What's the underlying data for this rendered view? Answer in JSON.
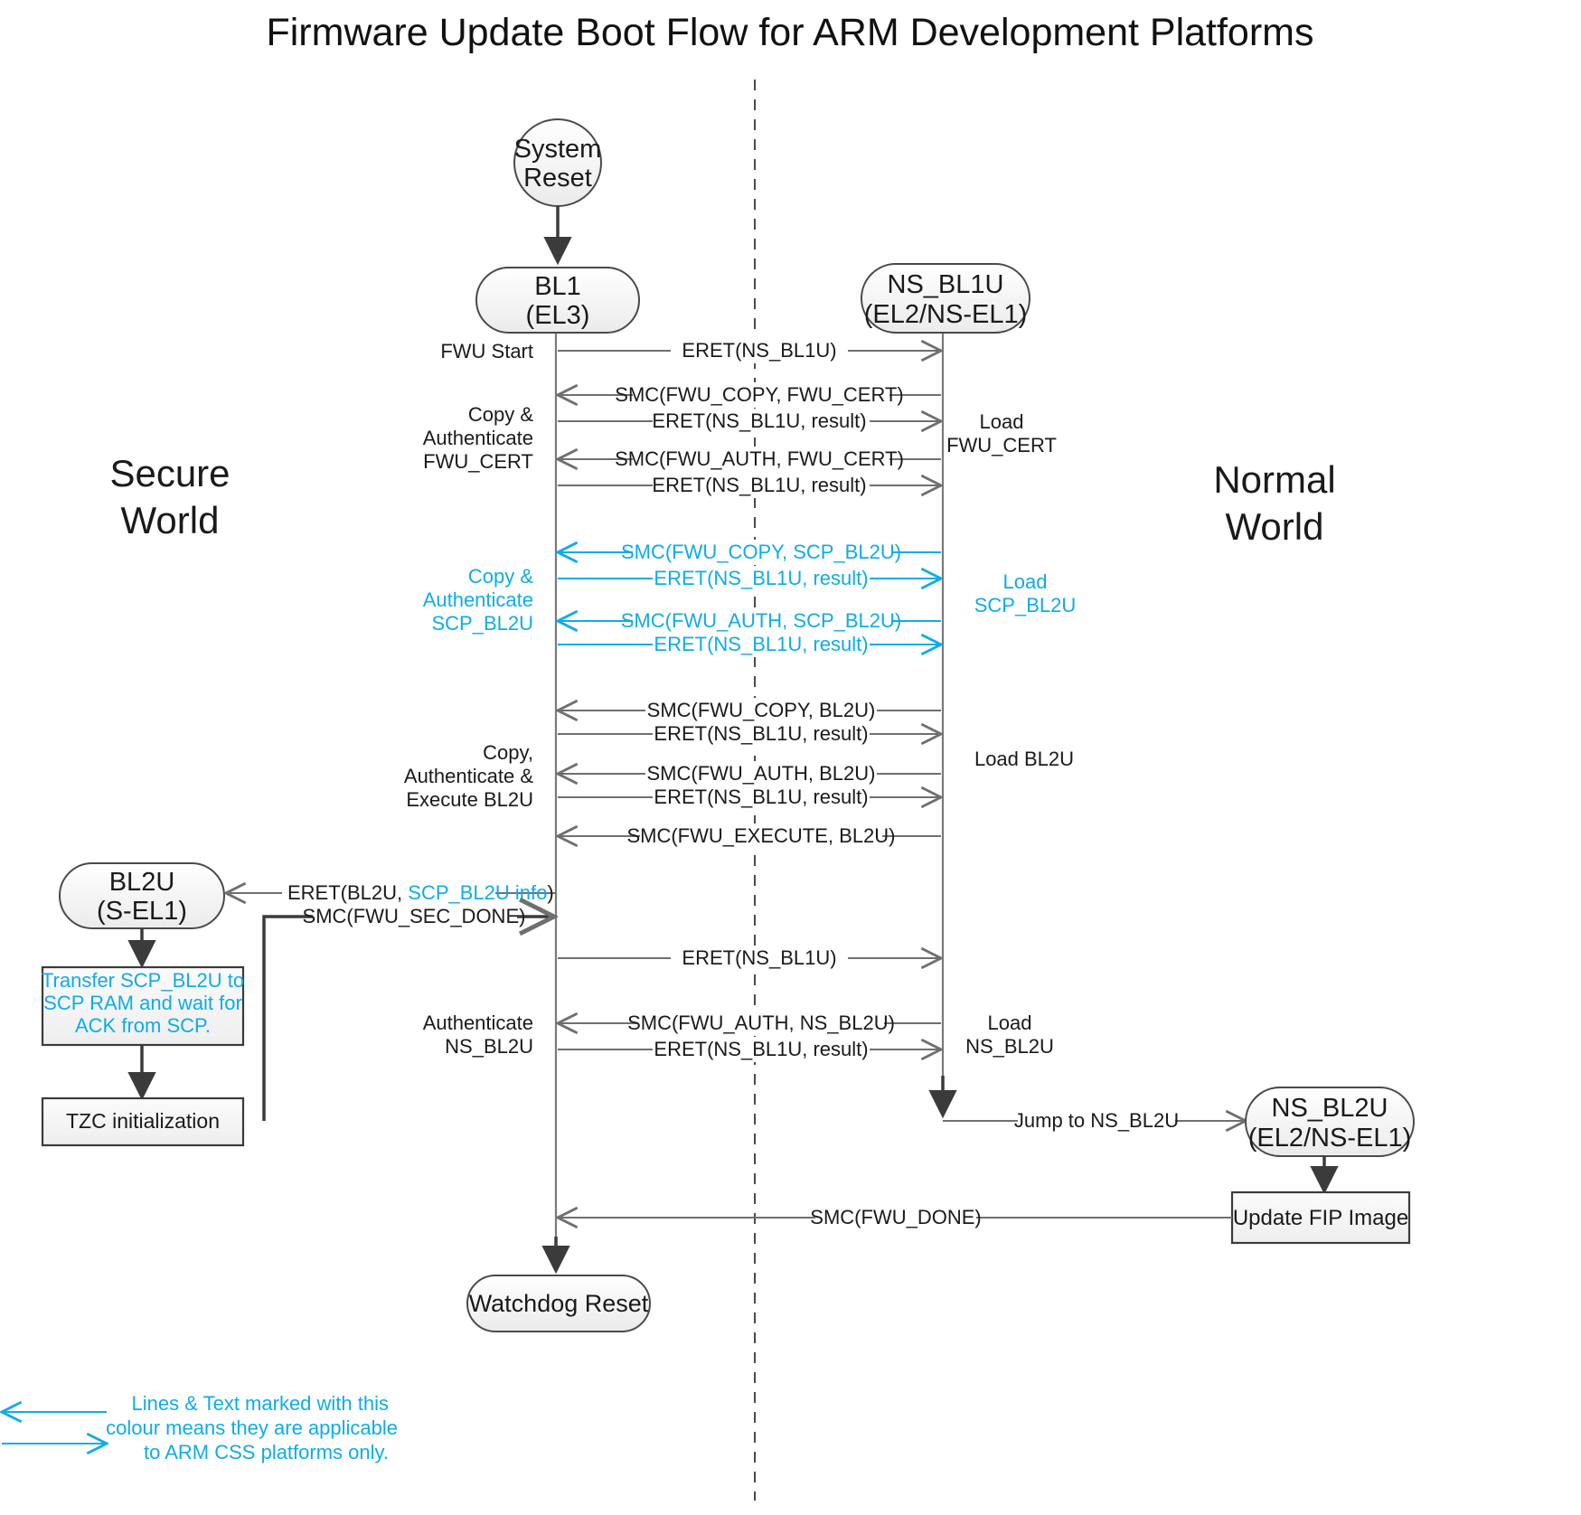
{
  "title": "Firmware Update Boot Flow for ARM Development Platforms",
  "worlds": {
    "secure_line1": "Secure",
    "secure_line2": "World",
    "normal_line1": "Normal",
    "normal_line2": "World"
  },
  "colors": {
    "css_accent": "#10ABE8",
    "line": "#6f6f6f",
    "text": "#1a1a1a",
    "node_fill": "#f4f4f4",
    "node_stroke": "#4a4a4a"
  },
  "nodes": {
    "system_reset": {
      "line1": "System",
      "line2": "Reset"
    },
    "bl1": {
      "line1": "BL1",
      "line2": "(EL3)"
    },
    "ns_bl1u": {
      "line1": "NS_BL1U",
      "line2": "(EL2/NS-EL1)"
    },
    "bl2u": {
      "line1": "BL2U",
      "line2": "(S-EL1)"
    },
    "ns_bl2u": {
      "line1": "NS_BL2U",
      "line2": "(EL2/NS-EL1)"
    },
    "watchdog_reset": {
      "label": "Watchdog Reset"
    },
    "transfer_box": {
      "line1": "Transfer SCP_BL2U to",
      "line2": "SCP RAM and wait for",
      "line3": "ACK from SCP."
    },
    "tzc_box": {
      "label": "TZC initialization"
    },
    "update_fip_box": {
      "label": "Update FIP Image"
    }
  },
  "messages": [
    {
      "id": "m1",
      "label": "ERET(NS_BL1U)",
      "direction": "right",
      "css": false
    },
    {
      "id": "m2",
      "label": "SMC(FWU_COPY, FWU_CERT)",
      "direction": "left",
      "css": false
    },
    {
      "id": "m3",
      "label": "ERET(NS_BL1U, result)",
      "direction": "right",
      "css": false
    },
    {
      "id": "m4",
      "label": "SMC(FWU_AUTH, FWU_CERT)",
      "direction": "left",
      "css": false
    },
    {
      "id": "m5",
      "label": "ERET(NS_BL1U, result)",
      "direction": "right",
      "css": false
    },
    {
      "id": "m6",
      "label": "SMC(FWU_COPY, SCP_BL2U)",
      "direction": "left",
      "css": true
    },
    {
      "id": "m7",
      "label": "ERET(NS_BL1U, result)",
      "direction": "right",
      "css": true
    },
    {
      "id": "m8",
      "label": "SMC(FWU_AUTH, SCP_BL2U)",
      "direction": "left",
      "css": true
    },
    {
      "id": "m9",
      "label": "ERET(NS_BL1U, result)",
      "direction": "right",
      "css": true
    },
    {
      "id": "m10",
      "label": "SMC(FWU_COPY, BL2U)",
      "direction": "left",
      "css": false
    },
    {
      "id": "m11",
      "label": "ERET(NS_BL1U, result)",
      "direction": "right",
      "css": false
    },
    {
      "id": "m12",
      "label": "SMC(FWU_AUTH, BL2U)",
      "direction": "left",
      "css": false
    },
    {
      "id": "m13",
      "label": "ERET(NS_BL1U, result)",
      "direction": "right",
      "css": false
    },
    {
      "id": "m14",
      "label": "SMC(FWU_EXECUTE, BL2U)",
      "direction": "left",
      "css": false
    },
    {
      "id": "m15",
      "label": "ERET(NS_BL1U)",
      "direction": "right",
      "css": false
    },
    {
      "id": "m16",
      "label": "SMC(FWU_AUTH, NS_BL2U)",
      "direction": "left",
      "css": false
    },
    {
      "id": "m17",
      "label": "ERET(NS_BL1U, result)",
      "direction": "right",
      "css": false
    },
    {
      "id": "m18",
      "label": "Jump to NS_BL2U",
      "direction": "right",
      "css": false
    },
    {
      "id": "m19",
      "label": "SMC(FWU_DONE)",
      "direction": "left",
      "css": false
    }
  ],
  "bl2u_messages": {
    "eret_prefix": "ERET(BL2U, ",
    "eret_css_part": "SCP_BL2U info",
    "eret_suffix": ")",
    "smc_sec_done": "SMC(FWU_SEC_DONE)"
  },
  "left_annotations": [
    {
      "id": "a1",
      "lines": [
        "FWU Start"
      ],
      "css": false
    },
    {
      "id": "a2",
      "lines": [
        "Copy &",
        "Authenticate",
        "FWU_CERT"
      ],
      "css": false
    },
    {
      "id": "a3",
      "lines": [
        "Copy &",
        "Authenticate",
        "SCP_BL2U"
      ],
      "css": true
    },
    {
      "id": "a4",
      "lines": [
        "Copy,",
        "Authenticate &",
        "Execute BL2U"
      ],
      "css": false
    },
    {
      "id": "a5",
      "lines": [
        "Authenticate",
        "NS_BL2U"
      ],
      "css": false
    }
  ],
  "right_annotations": [
    {
      "id": "r1",
      "lines": [
        "Load",
        "FWU_CERT"
      ],
      "css": false
    },
    {
      "id": "r2",
      "lines": [
        "Load",
        "SCP_BL2U"
      ],
      "css": true
    },
    {
      "id": "r3",
      "lines": [
        "Load BL2U"
      ],
      "css": false
    },
    {
      "id": "r4",
      "lines": [
        "Load",
        "NS_BL2U"
      ],
      "css": false
    }
  ],
  "legend": {
    "line1": "Lines & Text marked with this",
    "line2": "colour means they are applicable",
    "line3": "to ARM CSS platforms only."
  }
}
